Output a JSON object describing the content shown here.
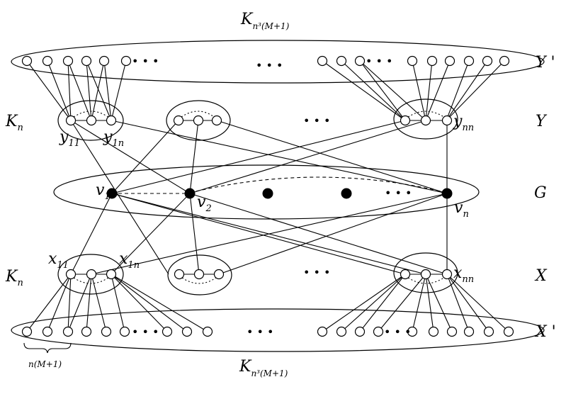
{
  "labels": {
    "top_complete_base": "K",
    "top_complete_sub": "n³(M+1)",
    "bottom_complete_base": "K",
    "bottom_complete_sub": "n³(M+1)",
    "kn_top_base": "K",
    "kn_top_sub": "n",
    "kn_bottom_base": "K",
    "kn_bottom_sub": "n",
    "row_y_prime": "Y '",
    "row_y": "Y",
    "row_g": "G",
    "row_x": "X",
    "row_x_prime": "X '",
    "brace": "n(M+1)"
  },
  "vertices": {
    "y11": {
      "base": "y",
      "sub": "11"
    },
    "y1n": {
      "base": "y",
      "sub": "1n"
    },
    "ynn": {
      "base": "y",
      "sub": "nn"
    },
    "x11": {
      "base": "x",
      "sub": "11"
    },
    "x1n": {
      "base": "x",
      "sub": "1n"
    },
    "xnn": {
      "base": "x",
      "sub": "nn"
    },
    "v1": {
      "base": "v",
      "sub": "1"
    },
    "v2": {
      "base": "v",
      "sub": "2"
    },
    "vn": {
      "base": "v",
      "sub": "n"
    }
  },
  "ellipsis": "• • •",
  "colors": {
    "ink": "#000000",
    "paper": "#ffffff"
  }
}
